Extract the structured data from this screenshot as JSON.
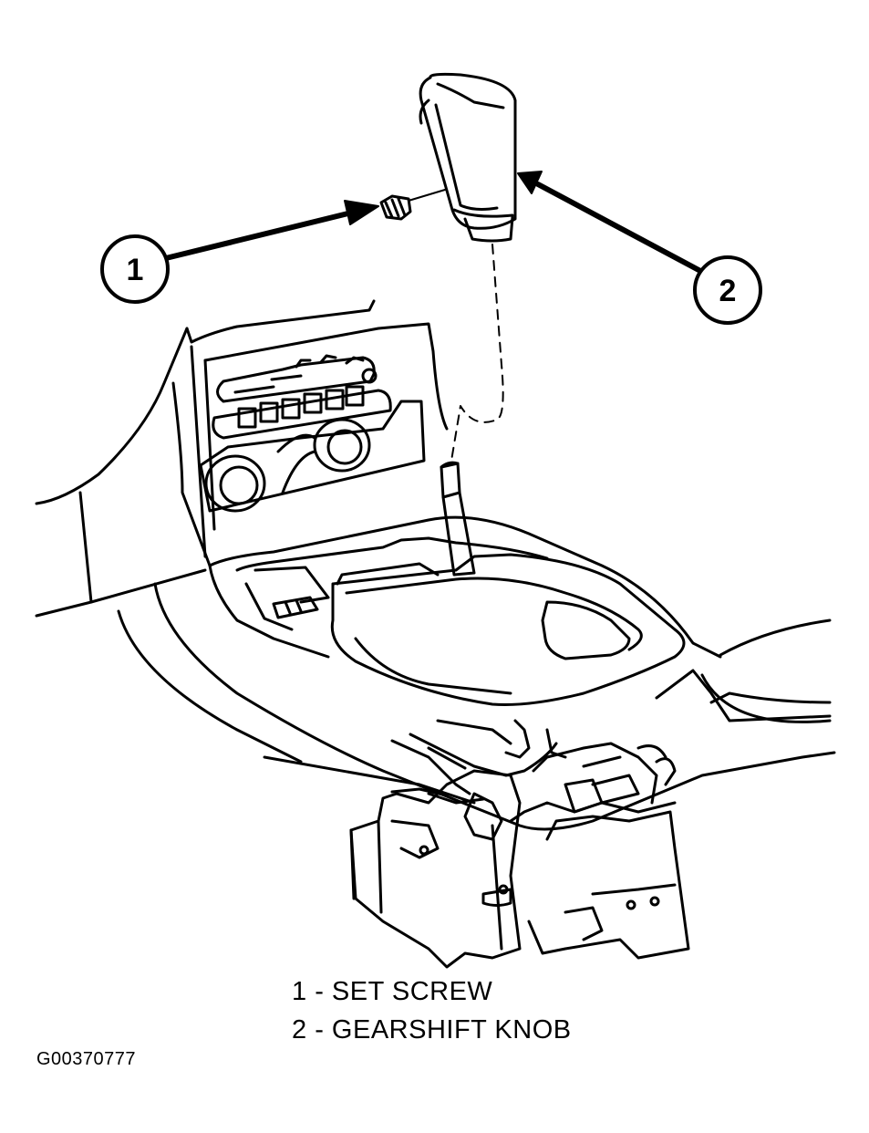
{
  "callouts": [
    {
      "number": "1"
    },
    {
      "number": "2"
    }
  ],
  "legend": [
    {
      "number": "1",
      "sep": " - ",
      "label": "SET SCREW"
    },
    {
      "number": "2",
      "sep": " - ",
      "label": "GEARSHIFT KNOB"
    }
  ],
  "figure_id": "G00370777"
}
